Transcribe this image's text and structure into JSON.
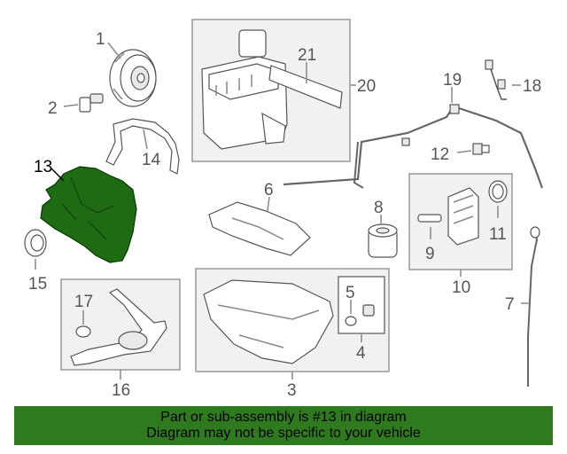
{
  "diagram": {
    "callouts": {
      "c1": "1",
      "c2": "2",
      "c3": "3",
      "c4": "4",
      "c5": "5",
      "c6": "6",
      "c7": "7",
      "c8": "8",
      "c9": "9",
      "c10": "10",
      "c11": "11",
      "c12": "12",
      "c13": "13",
      "c14": "14",
      "c15": "15",
      "c16": "16",
      "c17": "17",
      "c18": "18",
      "c19": "19",
      "c20": "20",
      "c21": "21"
    },
    "highlight_color": "#1f6b14"
  },
  "footer": {
    "line1": "Part or sub-assembly is #13 in diagram",
    "line2": "Diagram may not be specific to your vehicle",
    "background": "#2f7a1f"
  }
}
